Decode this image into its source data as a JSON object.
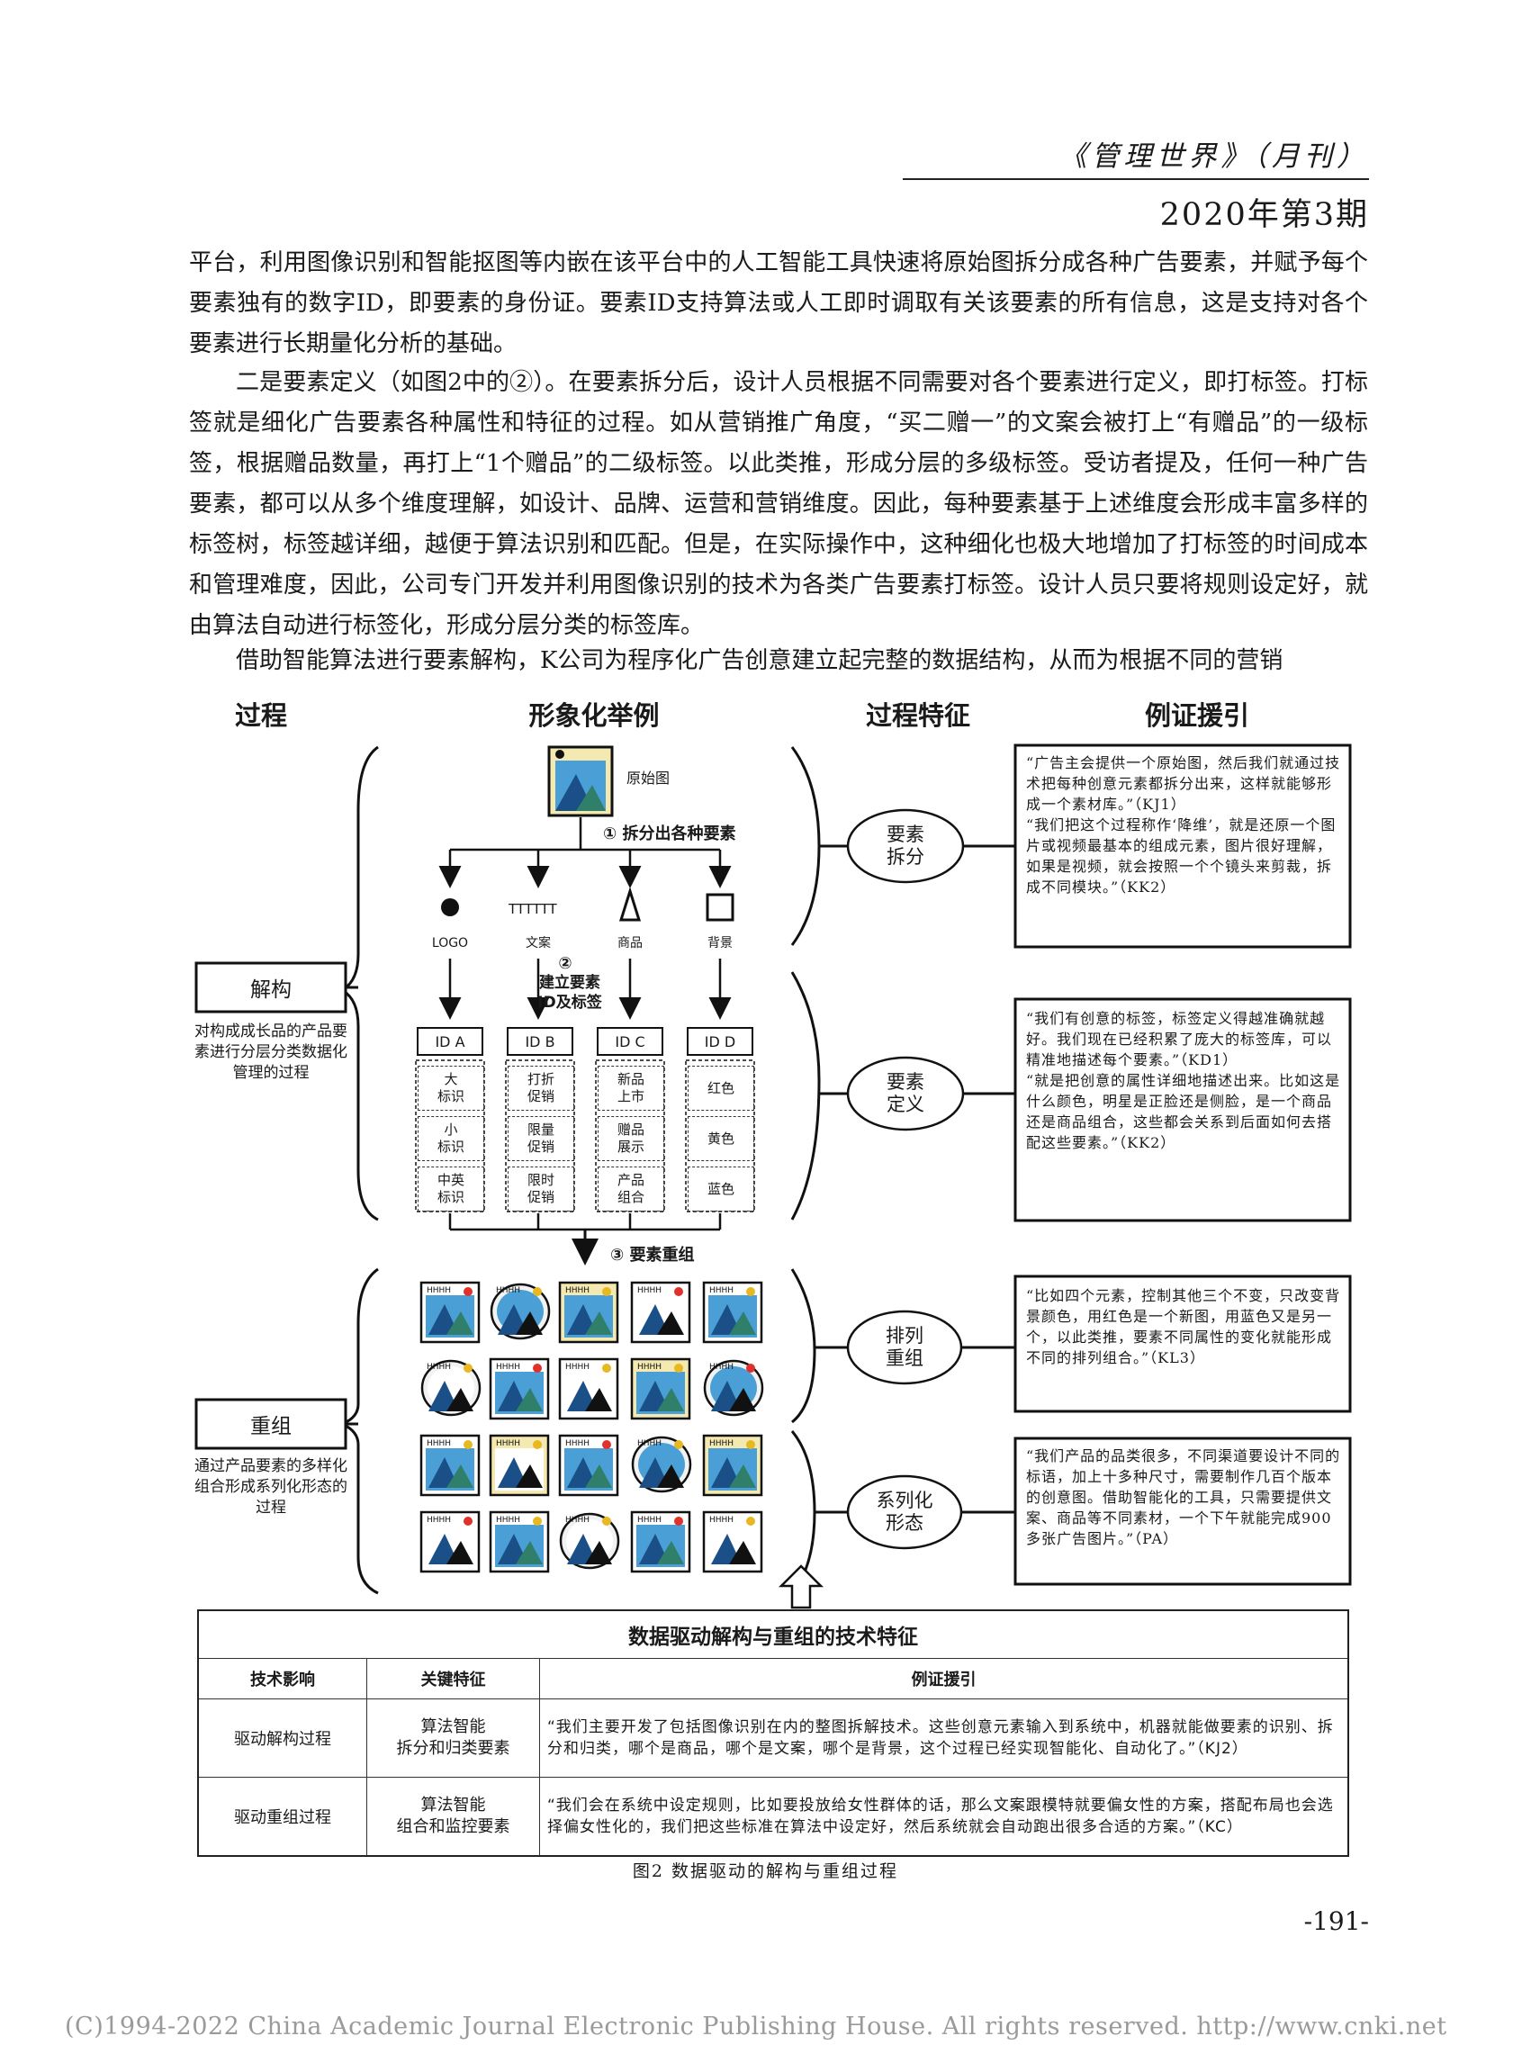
{
  "header": {
    "journal": "《管理世界》（月刊）",
    "issue": "2020年第3期"
  },
  "body": {
    "p1": "平台，利用图像识别和智能抠图等内嵌在该平台中的人工智能工具快速将原始图拆分成各种广告要素，并赋予每个要素独有的数字ID，即要素的身份证。要素ID支持算法或人工即时调取有关该要素的所有信息，这是支持对各个要素进行长期量化分析的基础。",
    "p2": "二是要素定义（如图2中的②）。在要素拆分后，设计人员根据不同需要对各个要素进行定义，即打标签。打标签就是细化广告要素各种属性和特征的过程。如从营销推广角度，“买二赠一”的文案会被打上“有赠品”的一级标签，根据赠品数量，再打上“1个赠品”的二级标签。以此类推，形成分层的多级标签。受访者提及，任何一种广告要素，都可以从多个维度理解，如设计、品牌、运营和营销维度。因此，每种要素基于上述维度会形成丰富多样的标签树，标签越详细，越便于算法识别和匹配。但是，在实际操作中，这种细化也极大地增加了打标签的时间成本和管理难度，因此，公司专门开发并利用图像识别的技术为各类广告要素打标签。设计人员只要将规则设定好，就由算法自动进行标签化，形成分层分类的标签库。",
    "p3": "借助智能算法进行要素解构，K公司为程序化广告创意建立起完整的数据结构，从而为根据不同的营销"
  },
  "figure": {
    "col_headers": [
      "过程",
      "形象化举例",
      "过程特征",
      "例证援引"
    ],
    "original_label": "原始图",
    "step1": "① 拆分出各种要素",
    "step2_num": "②",
    "step2_a": "建立要素",
    "step2_b": "ID及标签",
    "step3": "③ 要素重组",
    "elements": [
      {
        "glyph": "●",
        "label": "LOGO"
      },
      {
        "glyph": "TTTTTT",
        "label": "文案"
      },
      {
        "glyph": "△",
        "label": "商品"
      },
      {
        "glyph": "□",
        "label": "背景"
      }
    ],
    "ids": [
      "ID A",
      "ID B",
      "ID C",
      "ID D"
    ],
    "tags": [
      [
        "大\n标识",
        "小\n标识",
        "中英\n标识"
      ],
      [
        "打折\n促销",
        "限量\n促销",
        "限时\n促销"
      ],
      [
        "新品\n上市",
        "赠品\n展示",
        "产品\n组合"
      ],
      [
        "红色",
        "黄色",
        "蓝色"
      ]
    ],
    "process_1": {
      "name": "解构",
      "desc": "对构成成长品的产品要素进行分层分类数据化管理的过程"
    },
    "process_2": {
      "name": "重组",
      "desc": "通过产品要素的多样化组合形成系列化形态的过程"
    },
    "features": [
      "要素\n拆分",
      "要素\n定义",
      "排列\n重组",
      "系列化\n形态"
    ],
    "quotes": [
      "“广告主会提供一个原始图，然后我们就通过技术把每种创意元素都拆分出来，这样就能够形成一个素材库。”（KJ1）\n“我们把这个过程称作‘降维’，就是还原一个图片或视频最基本的组成元素，图片很好理解，如果是视频，就会按照一个个镜头来剪裁，拆成不同模块。”（KK2）",
      "“我们有创意的标签，标签定义得越准确就越好。我们现在已经积累了庞大的标签库，可以精准地描述每个要素。”（KD1）\n“就是把创意的属性详细地描述出来。比如这是什么颜色，明星是正脸还是侧脸，是一个商品还是商品组合，这些都会关系到后面如何去搭配这些要素。”（KK2）",
      "“比如四个元素，控制其他三个不变，只改变背景颜色，用红色是一个新图，用蓝色又是另一个，以此类推，要素不同属性的变化就能形成不同的排列组合。”（KL3）",
      "“我们产品的品类很多，不同渠道要设计不同的标语，加上十多种尺寸，需要制作几百个版本的创意图。借助智能化的工具，只需要提供文案、商品等不同素材，一个下午就能完成900多张广告图片。”（PA）"
    ],
    "table": {
      "title": "数据驱动解构与重组的技术特征",
      "headers": [
        "技术影响",
        "关键特征",
        "例证援引"
      ],
      "rows": [
        {
          "impact": "驱动解构过程",
          "feature_a": "算法智能",
          "feature_b": "拆分和归类要素",
          "quote": "“我们主要开发了包括图像识别在内的整图拆解技术。这些创意元素输入到系统中，机器就能做要素的识别、拆分和归类，哪个是商品，哪个是文案，哪个是背景，这个过程已经实现智能化、自动化了。”（KJ2）"
        },
        {
          "impact": "驱动重组过程",
          "feature_a": "算法智能",
          "feature_b": "组合和监控要素",
          "quote": "“我们会在系统中设定规则，比如要投放给女性群体的话，那么文案跟模特就要偏女性的方案，搭配布局也会选择偏女性化的，我们把这些标准在算法中设定好，然后系统就会自动跑出很多合适的方案。”（KC）"
        }
      ]
    },
    "caption": "图2  数据驱动的解构与重组过程",
    "tile_text": "HHHH"
  },
  "page_number": "-191-",
  "footer": "(C)1994-2022 China Academic Journal Electronic Publishing House. All rights reserved.    http://www.cnki.net",
  "colors": {
    "sky": "#4aa0d6",
    "mountain": "#1b4f87",
    "green": "#2f7f6a",
    "sun": "#e0322a",
    "frame": "#f4e9b0"
  }
}
